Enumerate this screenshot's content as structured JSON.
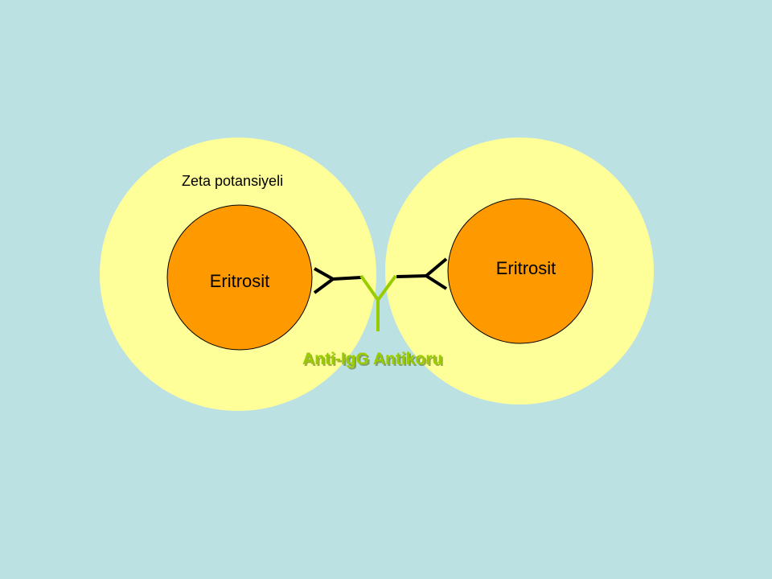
{
  "slide": {
    "background_color": "#bce1e3"
  },
  "labels": {
    "zeta_potential": "Zeta potansiyeli",
    "left_cell": "Eritrosit",
    "right_cell": "Eritrosit",
    "antibody": "Anti-IgG Antikoru"
  },
  "colors": {
    "zeta_zone": "#ffff99",
    "erythrocyte": "#ff9900",
    "antibody": "#99cc00",
    "antibody_label": "#99cc00",
    "bound_antibody": "#000000"
  },
  "icons": {
    "anti_igg": "y-shaped-antibody-icon",
    "bound_igg_left": "v-shaped-antibody-icon",
    "bound_igg_right": "v-shaped-antibody-icon"
  }
}
